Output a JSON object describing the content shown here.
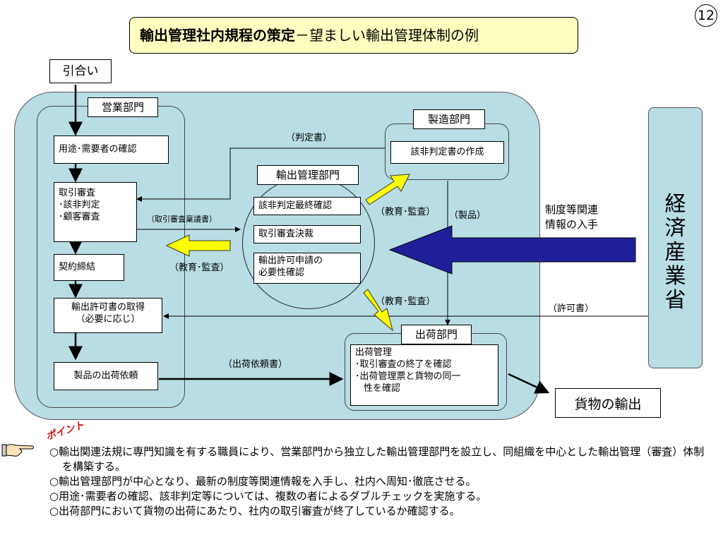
{
  "page_number": "12",
  "title": {
    "bold": "輸出管理社内規程の策定",
    "rest": "－望ましい輸出管理体制の例"
  },
  "inquiry": "引合い",
  "sales": {
    "label": "営業部門",
    "steps": {
      "usage": "用途･需要者の確認",
      "review_title": "取引審査",
      "review_1": "･該非判定",
      "review_2": "･顧客審査",
      "contract": "契約締結",
      "license_1": "輸出許可書の取得",
      "license_2": "（必要に応じ）",
      "shipping_request": "製品の出荷依頼"
    }
  },
  "manufacturing": {
    "label": "製造部門",
    "task": "該非判定書の作成"
  },
  "export_control": {
    "label": "輸出管理部門",
    "items": {
      "final_check": "該非判定最終確認",
      "decision": "取引審査決裁",
      "license_need_1": "輸出許可申請の",
      "license_need_2": "必要性確認"
    }
  },
  "shipping": {
    "label": "出荷部門",
    "lines": {
      "l1": "出荷管理",
      "l2": "･取引審査の終了を確認",
      "l3": "･出荷管理票と貨物の同一",
      "l4": "性を確認"
    }
  },
  "meti": "経済産業省",
  "export_goods": "貨物の輸出",
  "labels": {
    "judgment_doc": "（判定書）",
    "proposal_doc": "（取引審査稟議書）",
    "education_1": "（教育･監査）",
    "education_2": "（教育･監査）",
    "education_3": "（教育･監査）",
    "product": "（製品）",
    "info_1": "制度等関連",
    "info_2": "情報の入手",
    "license_doc": "（許可書）",
    "shipping_request_doc": "（出荷依頼書）"
  },
  "point_label": "ポイント",
  "notes": {
    "n1": "○輸出関連法規に専門知識を有する職員により、営業部門から独立した輸出管理部門を設立し、同組織を中心とした輸出管理（審査）体制を構築する。",
    "n2": "○輸出管理部門が中心となり、最新の制度等関連情報を入手し、社内へ周知･徹底させる。",
    "n3": "○用途･需要者の確認、該非判定等については、複数の者によるダブルチェックを実施する。",
    "n4": "○出荷部門において貨物の出荷にあたり、社内の取引審査が終了しているか確認する。"
  },
  "colors": {
    "region": "#b8dde4",
    "title_bg": "#ffffc0",
    "yellow_arrow": "#ffff00",
    "blue_arrow": "#1f1f9a"
  },
  "icons": [
    "pointing-hand-icon"
  ]
}
